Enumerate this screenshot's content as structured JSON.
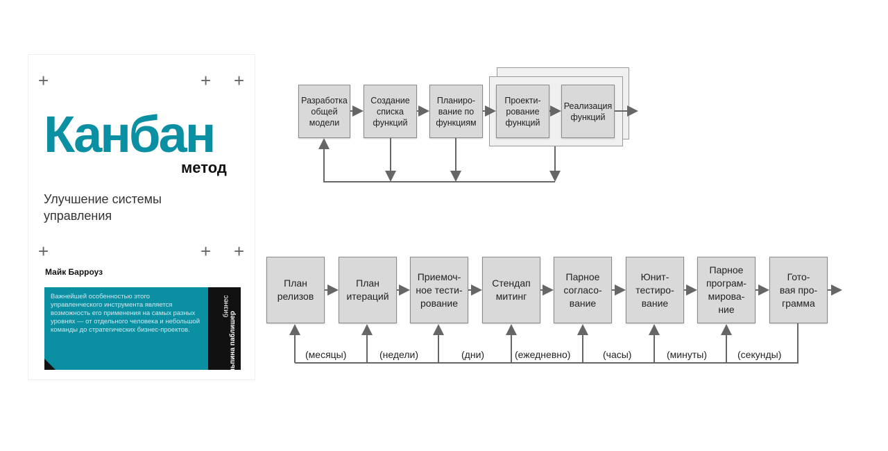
{
  "cover": {
    "title": "Канбан",
    "subtitle": "метод",
    "tagline": "Улучшение системы управления",
    "author": "Майк Барроуз",
    "blurb": "Важнейшей особенностью этого управленческого инструмента является возможность его применения на самых разных уровнях — от отдельного человека и небольшой команды до стратегических бизнес-проектов.",
    "publisher": "альпина паблишер",
    "series": "бизнес",
    "accent": "#0b8fa3"
  },
  "top_diagram": {
    "boxes": [
      "Разработка\nобщей\nмодели",
      "Создание\nсписка\nфункций",
      "Планиро-\nвание по\nфункциям",
      "Проекти-\nрование\nфункций",
      "Реализация\nфункций"
    ]
  },
  "bottom_diagram": {
    "boxes": [
      "План\nрелизов",
      "План\nитераций",
      "Приемоч-\nное тести-\nрование",
      "Стендап\nмитинг",
      "Парное\nсогласо-\nвание",
      "Юнит-\nтестиро-\nвание",
      "Парное\nпрограм-\nмирова-\nние",
      "Гото-\nвая про-\nграмма"
    ],
    "cycles": [
      "(месяцы)",
      "(недели)",
      "(дни)",
      "(ежедневно)",
      "(часы)",
      "(минуты)",
      "(секунды)"
    ]
  }
}
